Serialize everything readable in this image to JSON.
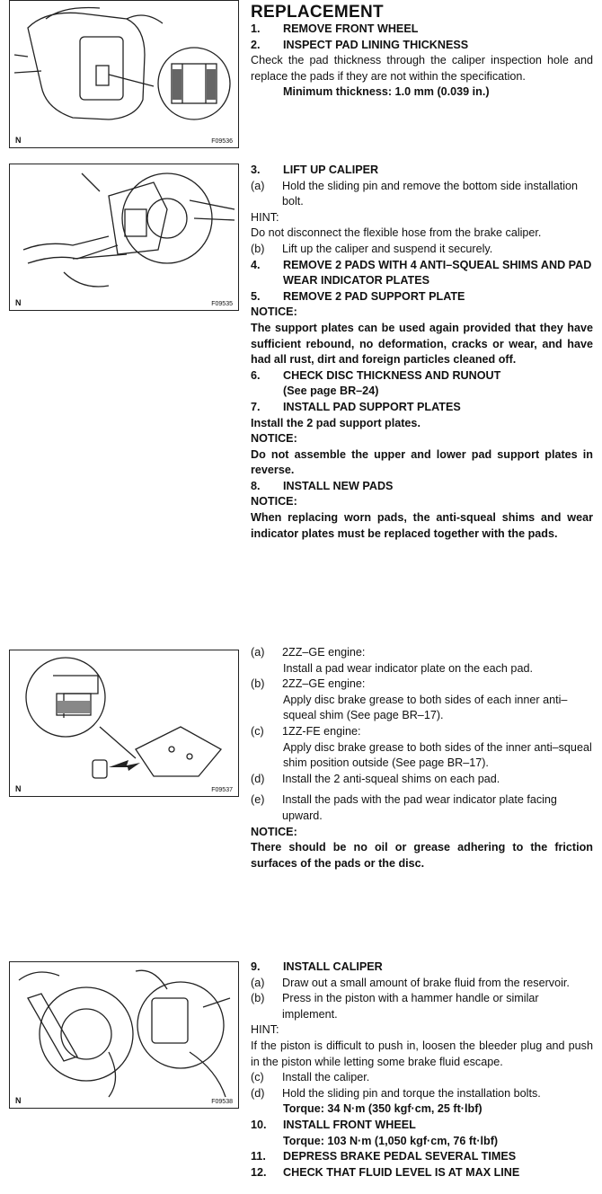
{
  "corner_tag": "",
  "title": "REPLACEMENT",
  "figures": [
    {
      "n": "N",
      "id": "F09536"
    },
    {
      "n": "N",
      "id": "F09535"
    },
    {
      "n": "N",
      "id": "F09537"
    },
    {
      "n": "N",
      "id": "F09538"
    }
  ],
  "s1": {
    "step1": {
      "num": "1.",
      "text": "REMOVE FRONT WHEEL"
    },
    "step2": {
      "num": "2.",
      "text": "INSPECT PAD LINING THICKNESS"
    },
    "p2": "Check the pad thickness through the caliper inspection hole and replace the pads if they are not within the specification.",
    "spec": "Minimum thickness: 1.0 mm (0.039 in.)"
  },
  "s2": {
    "step3": {
      "num": "3.",
      "text": "LIFT UP CALIPER"
    },
    "a": {
      "n": "(a)",
      "t": "Hold the sliding pin and remove the bottom side installation bolt."
    },
    "hint": "HINT:",
    "hint_text": "Do not disconnect the flexible hose from the brake caliper.",
    "b": {
      "n": "(b)",
      "t": "Lift up the caliper and suspend it securely."
    },
    "step4": {
      "num": "4.",
      "text": "REMOVE 2 PADS WITH 4 ANTI–SQUEAL SHIMS AND PAD WEAR INDICATOR PLATES"
    },
    "step5": {
      "num": "5.",
      "text": "REMOVE 2 PAD SUPPORT PLATE"
    },
    "notice1": "NOTICE:",
    "notice1_text": "The support plates can be used again provided that they have sufficient rebound, no deformation, cracks or wear, and have had all rust, dirt and foreign particles cleaned off.",
    "step6": {
      "num": "6.",
      "text": "CHECK DISC THICKNESS AND RUNOUT"
    },
    "step6_ref": "(See page BR–24)",
    "step7": {
      "num": "7.",
      "text": "INSTALL PAD SUPPORT PLATES"
    },
    "step7_text": "Install the 2 pad support plates.",
    "notice2": "NOTICE:",
    "notice2_text": "Do not assemble the upper and lower pad support plates in reverse.",
    "step8": {
      "num": "8.",
      "text": "INSTALL NEW PADS"
    },
    "notice3": "NOTICE:",
    "notice3_text": "When replacing worn pads, the anti-squeal shims and wear indicator plates must be replaced together with the pads."
  },
  "s3": {
    "a": {
      "n": "(a)",
      "t": "2ZZ–GE engine:"
    },
    "a2": "Install a pad wear indicator plate on the each pad.",
    "b": {
      "n": "(b)",
      "t": "2ZZ–GE engine:"
    },
    "b2": "Apply disc brake grease to both sides of each inner anti–squeal shim (See page BR–17).",
    "c": {
      "n": "(c)",
      "t": "1ZZ-FE engine:"
    },
    "c2": "Apply disc brake grease to both sides of the inner anti–squeal shim position outside (See page BR–17).",
    "d": {
      "n": "(d)",
      "t": "Install the 2 anti-squeal shims on each pad."
    },
    "e": {
      "n": "(e)",
      "t": "Install the pads with the pad wear indicator plate facing upward."
    },
    "notice": "NOTICE:",
    "notice_text": "There should be no oil or grease adhering to the friction surfaces of the pads or the disc."
  },
  "s4": {
    "step9": {
      "num": "9.",
      "text": "INSTALL CALIPER"
    },
    "a": {
      "n": "(a)",
      "t": "Draw out a small amount of brake fluid from the reservoir."
    },
    "b": {
      "n": "(b)",
      "t": "Press in the piston with a hammer handle or similar implement."
    },
    "hint": "HINT:",
    "hint_text": "If the piston is difficult to push in, loosen the bleeder plug and push in the piston while letting some brake fluid escape.",
    "c": {
      "n": "(c)",
      "t": "Install the caliper."
    },
    "d": {
      "n": "(d)",
      "t": "Hold the sliding pin and torque the installation bolts."
    },
    "torque1": "Torque: 34 N·m (350 kgf·cm, 25 ft·lbf)",
    "step10": {
      "num": "10.",
      "text": "INSTALL FRONT WHEEL"
    },
    "torque2": "Torque: 103 N·m (1,050 kgf·cm, 76 ft·lbf)",
    "step11": {
      "num": "11.",
      "text": "DEPRESS BRAKE PEDAL SEVERAL TIMES"
    },
    "step12": {
      "num": "12.",
      "text": "CHECK THAT FLUID LEVEL IS AT MAX LINE"
    }
  }
}
